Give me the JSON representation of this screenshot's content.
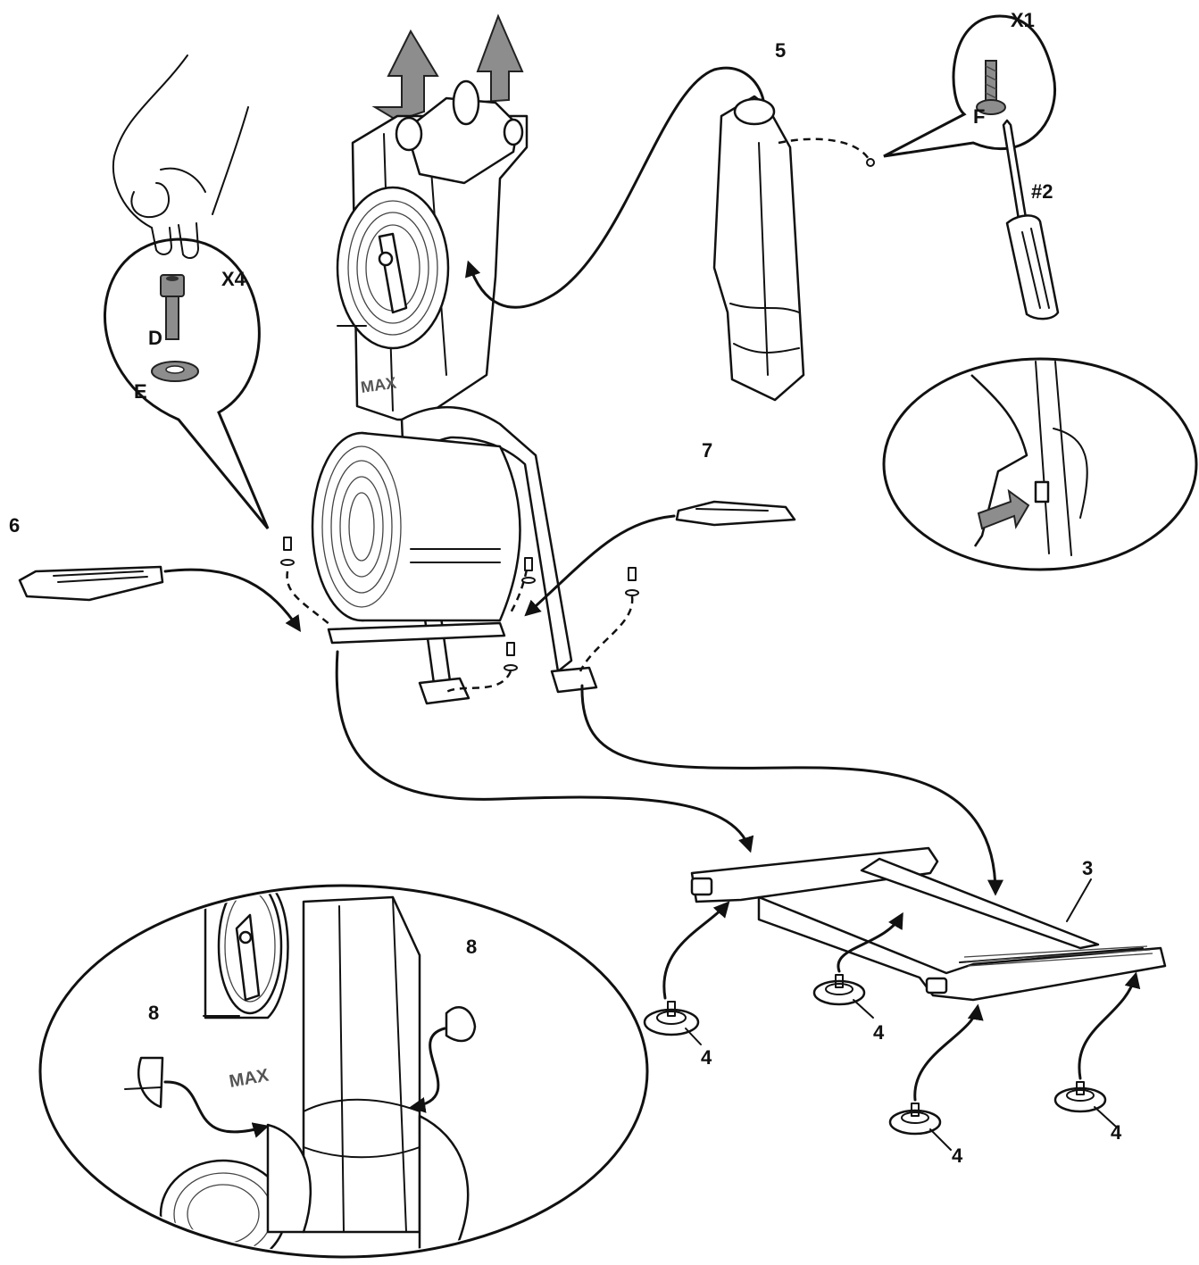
{
  "labels": {
    "qty_x4": "X4",
    "part_d": "D",
    "part_e": "E",
    "qty_x1": "X1",
    "part_f": "F",
    "tool_2": "#2",
    "part_3": "3",
    "part_4": "4",
    "part_5": "5",
    "part_6": "6",
    "part_7": "7",
    "part_8": "8"
  },
  "brand": {
    "logo_text": "MAX"
  }
}
